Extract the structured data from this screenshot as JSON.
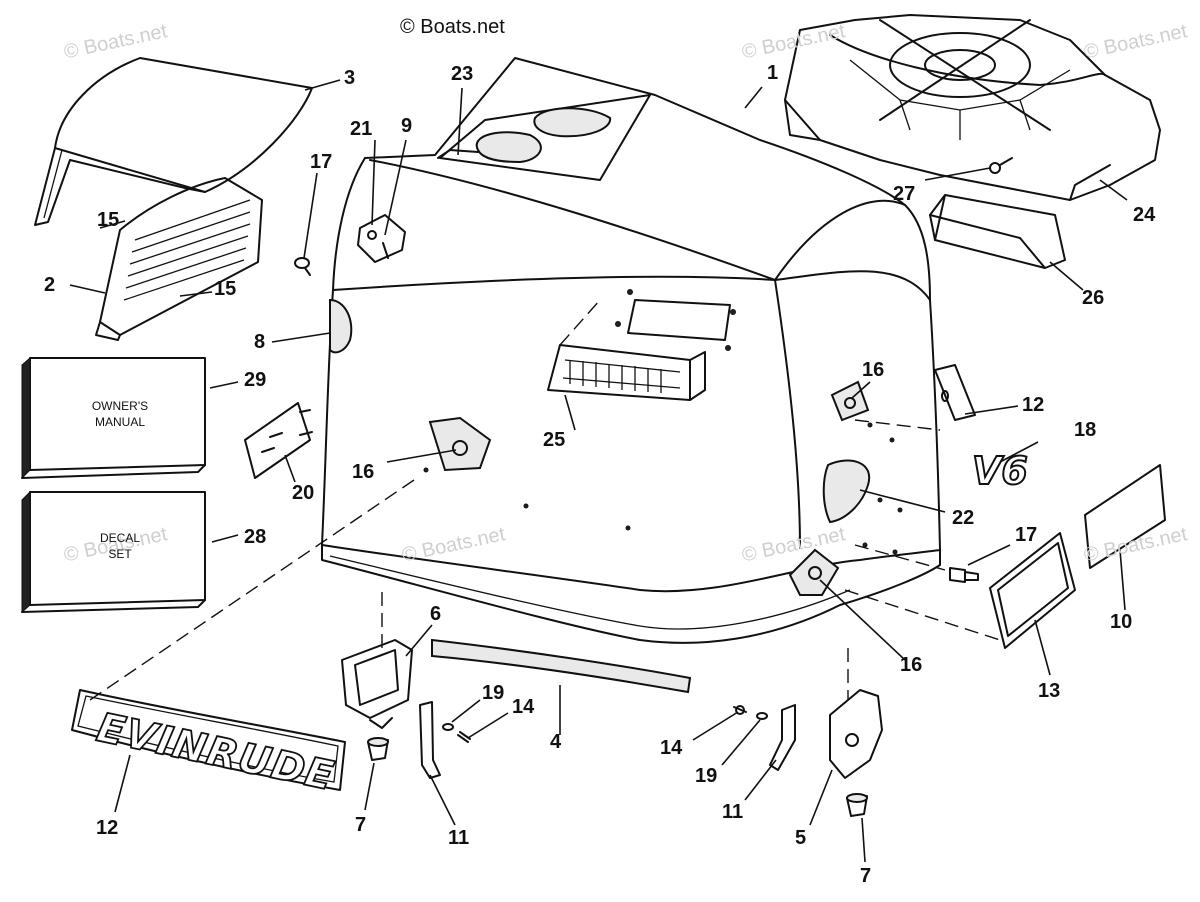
{
  "watermark": {
    "main_text": "© Boats.net",
    "faint_text": "© Boats.net"
  },
  "parts": {
    "book_manual": {
      "line1": "OWNER'S",
      "line2": "MANUAL"
    },
    "book_decal": {
      "line1": "DECAL",
      "line2": "SET"
    },
    "emblem_text": "EVINRUDE",
    "v6_text": "V6"
  },
  "callouts": [
    {
      "id": "1",
      "text": "1"
    },
    {
      "id": "2",
      "text": "2"
    },
    {
      "id": "3",
      "text": "3"
    },
    {
      "id": "4",
      "text": "4"
    },
    {
      "id": "5",
      "text": "5"
    },
    {
      "id": "6",
      "text": "6"
    },
    {
      "id": "7a",
      "text": "7"
    },
    {
      "id": "7b",
      "text": "7"
    },
    {
      "id": "8",
      "text": "8"
    },
    {
      "id": "9",
      "text": "9"
    },
    {
      "id": "10",
      "text": "10"
    },
    {
      "id": "11a",
      "text": "11"
    },
    {
      "id": "11b",
      "text": "11"
    },
    {
      "id": "12a",
      "text": "12"
    },
    {
      "id": "12b",
      "text": "12"
    },
    {
      "id": "13",
      "text": "13"
    },
    {
      "id": "14a",
      "text": "14"
    },
    {
      "id": "14b",
      "text": "14"
    },
    {
      "id": "15a",
      "text": "15"
    },
    {
      "id": "15b",
      "text": "15"
    },
    {
      "id": "16a",
      "text": "16"
    },
    {
      "id": "16b",
      "text": "16"
    },
    {
      "id": "16c",
      "text": "16"
    },
    {
      "id": "17a",
      "text": "17"
    },
    {
      "id": "17b",
      "text": "17"
    },
    {
      "id": "18",
      "text": "18"
    },
    {
      "id": "19a",
      "text": "19"
    },
    {
      "id": "19b",
      "text": "19"
    },
    {
      "id": "20",
      "text": "20"
    },
    {
      "id": "21",
      "text": "21"
    },
    {
      "id": "22",
      "text": "22"
    },
    {
      "id": "23",
      "text": "23"
    },
    {
      "id": "24",
      "text": "24"
    },
    {
      "id": "25",
      "text": "25"
    },
    {
      "id": "26",
      "text": "26"
    },
    {
      "id": "27",
      "text": "27"
    },
    {
      "id": "28",
      "text": "28"
    },
    {
      "id": "29",
      "text": "29"
    }
  ]
}
